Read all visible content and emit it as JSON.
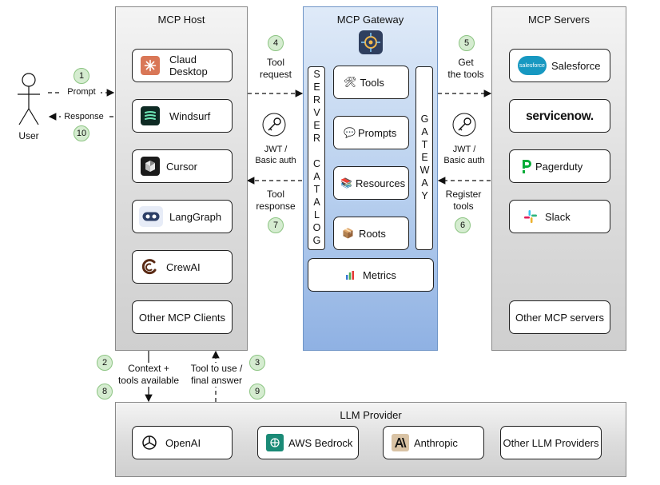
{
  "mcp_host": {
    "title": "MCP Host",
    "clients": [
      {
        "label": "Claud\nDesktop",
        "icon": "claude-icon"
      },
      {
        "label": "Windsurf",
        "icon": "windsurf-icon"
      },
      {
        "label": "Cursor",
        "icon": "cursor-icon"
      },
      {
        "label": "LangGraph",
        "icon": "langgraph-icon"
      },
      {
        "label": "CrewAI",
        "icon": "crewai-icon"
      },
      {
        "label": "Other MCP Clients",
        "icon": ""
      }
    ]
  },
  "gateway": {
    "title": "MCP Gateway",
    "server_catalog": "SERVER CATALOG",
    "gateway_label": "GATEWAY",
    "items": [
      {
        "label": "Tools",
        "icon": "tools-icon"
      },
      {
        "label": "Prompts",
        "icon": "prompts-icon"
      },
      {
        "label": "Resources",
        "icon": "resources-icon"
      },
      {
        "label": "Roots",
        "icon": "roots-icon"
      }
    ],
    "metrics": "Metrics"
  },
  "mcp_servers": {
    "title": "MCP Servers",
    "servers": [
      {
        "label": "Salesforce",
        "icon": "salesforce-icon"
      },
      {
        "label": "servicenow.",
        "icon": "servicenow-logo"
      },
      {
        "label": "Pagerduty",
        "icon": "pagerduty-icon"
      },
      {
        "label": "Slack",
        "icon": "slack-icon"
      },
      {
        "label": "Other MCP servers",
        "icon": ""
      }
    ]
  },
  "llm_provider": {
    "title": "LLM Provider",
    "providers": [
      {
        "label": "OpenAI",
        "icon": "openai-icon"
      },
      {
        "label": "AWS Bedrock",
        "icon": "bedrock-icon"
      },
      {
        "label": "Anthropic",
        "icon": "anthropic-icon"
      },
      {
        "label": "Other LLM Providers",
        "icon": ""
      }
    ]
  },
  "user": {
    "label": "User"
  },
  "flows": {
    "prompt": "Prompt",
    "response": "Response",
    "tool_request": "Tool\nrequest",
    "jwt_left": "JWT /\nBasic auth",
    "tool_response": "Tool\nresponse",
    "get_tools": "Get\nthe tools",
    "jwt_right": "JWT /\nBasic auth",
    "register_tools": "Register\ntools",
    "context": "Context +\ntools available",
    "tool_to_use": "Tool to use /\nfinal answer"
  },
  "steps": [
    "1",
    "10",
    "4",
    "7",
    "5",
    "6",
    "2",
    "8",
    "3",
    "9"
  ],
  "colors": {
    "step_fill": "#d5ecd0",
    "gateway_blue": "#8fb1e3",
    "salesforce_blue": "#1798c1",
    "pagerduty_green": "#06ac38",
    "servicenow_green": "#62d84e"
  }
}
